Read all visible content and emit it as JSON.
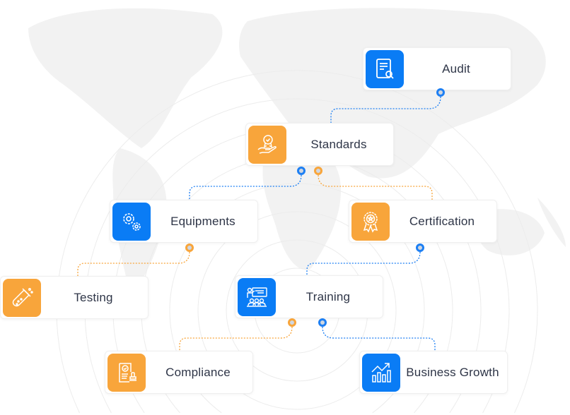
{
  "colors": {
    "blue": "#0a7cf5",
    "orange": "#f8a53b",
    "text": "#2e3547"
  },
  "nodes": [
    {
      "label": "Audit",
      "icon": "audit-document-search-icon",
      "color": "blue"
    },
    {
      "label": "Standards",
      "icon": "hand-award-icon",
      "color": "orange"
    },
    {
      "label": "Equipments",
      "icon": "gears-icon",
      "color": "blue"
    },
    {
      "label": "Certification",
      "icon": "certificate-ribbon-icon",
      "color": "orange"
    },
    {
      "label": "Testing",
      "icon": "test-tube-icon",
      "color": "orange"
    },
    {
      "label": "Training",
      "icon": "presentation-audience-icon",
      "color": "blue"
    },
    {
      "label": "Compliance",
      "icon": "document-stamp-icon",
      "color": "orange"
    },
    {
      "label": "Business Growth",
      "icon": "bar-chart-growth-icon",
      "color": "blue"
    }
  ],
  "connections": [
    {
      "from": "Audit",
      "to": "Standards",
      "color": "blue"
    },
    {
      "from": "Standards",
      "to": "Equipments",
      "color": "blue"
    },
    {
      "from": "Standards",
      "to": "Certification",
      "color": "orange"
    },
    {
      "from": "Equipments",
      "to": "Testing",
      "color": "orange"
    },
    {
      "from": "Certification",
      "to": "Training",
      "color": "blue"
    },
    {
      "from": "Training",
      "to": "Compliance",
      "color": "orange"
    },
    {
      "from": "Training",
      "to": "Business Growth",
      "color": "blue"
    }
  ]
}
